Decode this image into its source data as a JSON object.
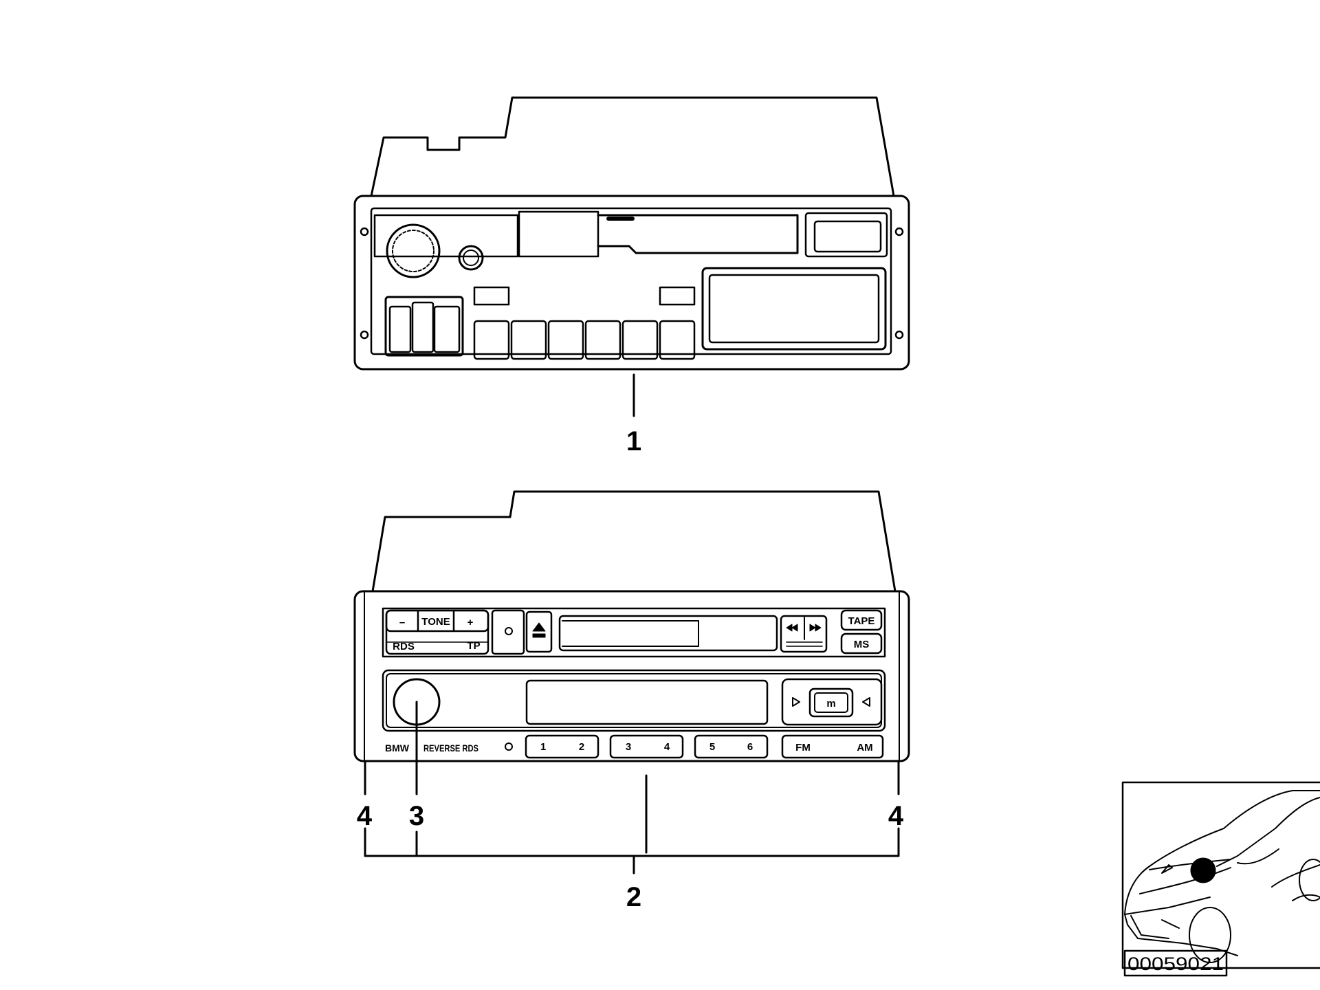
{
  "callouts": {
    "c1": "1",
    "c2": "2",
    "c3": "3",
    "c4_left": "4",
    "c4_right": "4"
  },
  "radio_bottom": {
    "tone_minus": "–",
    "tone_label": "TONE",
    "tone_plus": "+",
    "rds": "RDS",
    "tp": "TP",
    "tape": "TAPE",
    "ms": "MS",
    "brand": "BMW",
    "model": "REVERSE RDS",
    "preset_1": "1",
    "preset_2": "2",
    "preset_3": "3",
    "preset_4": "4",
    "preset_5": "5",
    "preset_6": "6",
    "fm": "FM",
    "am": "AM",
    "m_button": "m"
  },
  "part_number": "00059021"
}
